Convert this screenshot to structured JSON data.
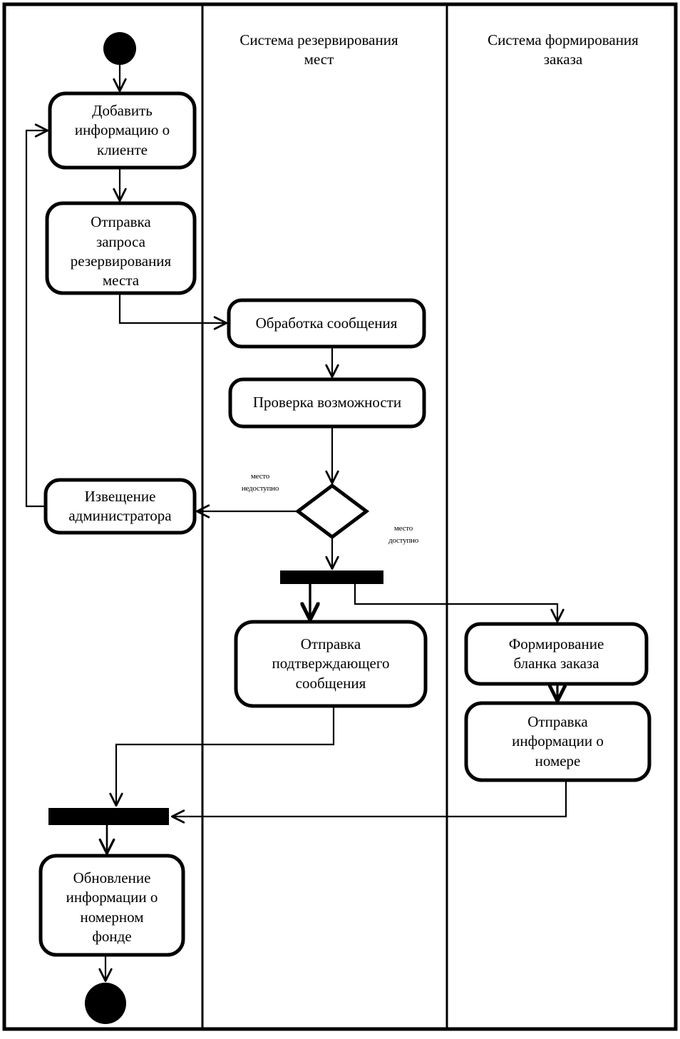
{
  "diagram": {
    "kind": "uml-activity-diagram",
    "language": "ru",
    "stroke_color": "#000000",
    "background_color": "#ffffff"
  },
  "lanes": [
    {
      "id": "lane-client",
      "title": ""
    },
    {
      "id": "lane-reservation",
      "title": "Система резервирования мест"
    },
    {
      "id": "lane-order",
      "title": "Система формирования заказа"
    }
  ],
  "lane_titles": {
    "reservation_line1": "Система резервирования",
    "reservation_line2": "мест",
    "order_line1": "Система формирования",
    "order_line2": "заказа"
  },
  "nodes": {
    "start": {
      "type": "initial-node",
      "label": ""
    },
    "add_client_info": {
      "type": "activity",
      "lines": [
        "Добавить",
        "информацию о",
        "клиенте"
      ]
    },
    "send_reservation_request": {
      "type": "activity",
      "lines": [
        "Отправка",
        "запроса",
        "резервирования",
        "места"
      ]
    },
    "process_message": {
      "type": "activity",
      "lines": [
        "Обработка сообщения"
      ]
    },
    "check_availability": {
      "type": "activity",
      "lines": [
        "Проверка возможности"
      ]
    },
    "decision": {
      "type": "decision-node",
      "label": ""
    },
    "notify_admin": {
      "type": "activity",
      "lines": [
        "Извещение",
        "администратора"
      ]
    },
    "fork": {
      "type": "fork-bar",
      "label": ""
    },
    "send_confirmation": {
      "type": "activity",
      "lines": [
        "Отправка",
        "подтверждающего",
        "сообщения"
      ]
    },
    "create_order_form": {
      "type": "activity",
      "lines": [
        "Формирование",
        "бланка заказа"
      ]
    },
    "send_room_info": {
      "type": "activity",
      "lines": [
        "Отправка",
        "информации о",
        "номере"
      ]
    },
    "join": {
      "type": "join-bar",
      "label": ""
    },
    "update_room_fund": {
      "type": "activity",
      "lines": [
        "Обновление",
        "информации о",
        "номерном",
        "фонде"
      ]
    },
    "end": {
      "type": "final-node",
      "label": ""
    }
  },
  "guards": {
    "unavailable_line1": "место",
    "unavailable_line2": "недоступно",
    "available_line1": "место",
    "available_line2": "доступно"
  }
}
